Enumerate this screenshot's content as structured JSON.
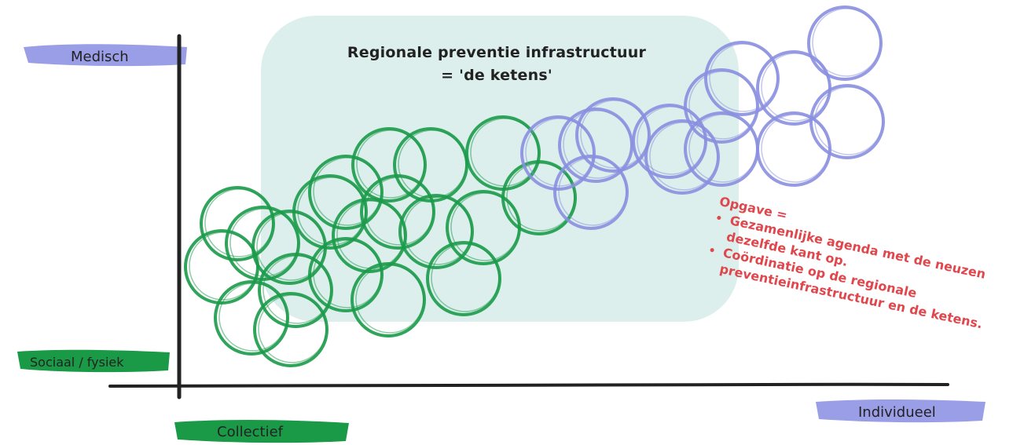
{
  "title": {
    "line1": "Regionale preventie infrastructuur",
    "line2": "= 'de ketens'"
  },
  "axes": {
    "y_top": "Medisch",
    "y_bottom": "Sociaal / fysiek",
    "x_left": "Collectief",
    "x_right": "Individueel"
  },
  "opgave": {
    "heading": "Opgave =",
    "bullets": [
      "Gezamenlijke agenda met de neuzen dezelfde kant op.",
      "Coördinatie op de regionale preventieinfrastructuur en de ketens."
    ]
  },
  "colors": {
    "background_region": "#dcefec",
    "green_circles": "#1b9a4a",
    "purple_circles": "#8a8fe0",
    "label_green": "#1a9a47",
    "label_purple": "#9a9ee6",
    "axis": "#222222",
    "opgave_text": "#e0474c"
  }
}
